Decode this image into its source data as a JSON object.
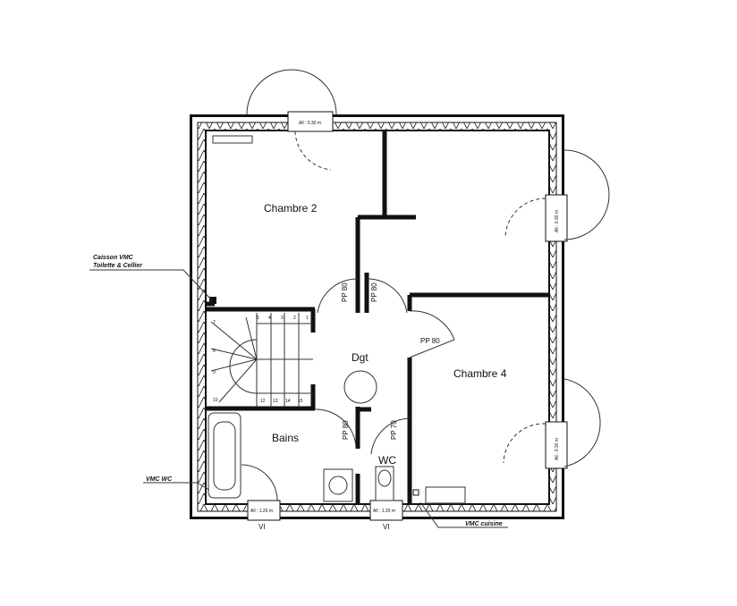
{
  "rooms": {
    "chambre2": "Chambre 2",
    "dgt": "Dgt",
    "chambre4": "Chambre 4",
    "bains": "Bains",
    "wc": "WC"
  },
  "doors": {
    "pp80_a": "PP 80",
    "pp80_b": "PP 80",
    "pp80_c": "PP 80",
    "pp80_d": "PP 80",
    "pp70": "PP 70"
  },
  "windows": {
    "top": "All : 0.30 m",
    "right_top": "All : 0.30 m",
    "right_bottom": "All : 0.30 m",
    "bottom_left": "All : 1.20 m",
    "bottom_mid": "All : 1.20 m",
    "vi": "VI"
  },
  "annotations": {
    "caisson_line1": "Caisson VMC",
    "caisson_line2": "Toilette & Cellier",
    "vmc_wc": "VMC WC",
    "vmc_cuisine": "VMC cuisine"
  },
  "stairs": {
    "top": [
      "5",
      "4",
      "3",
      "2",
      "1"
    ],
    "left": [
      "7",
      "8",
      "9",
      "10"
    ],
    "bottom": [
      "12",
      "13",
      "14",
      "15"
    ]
  }
}
